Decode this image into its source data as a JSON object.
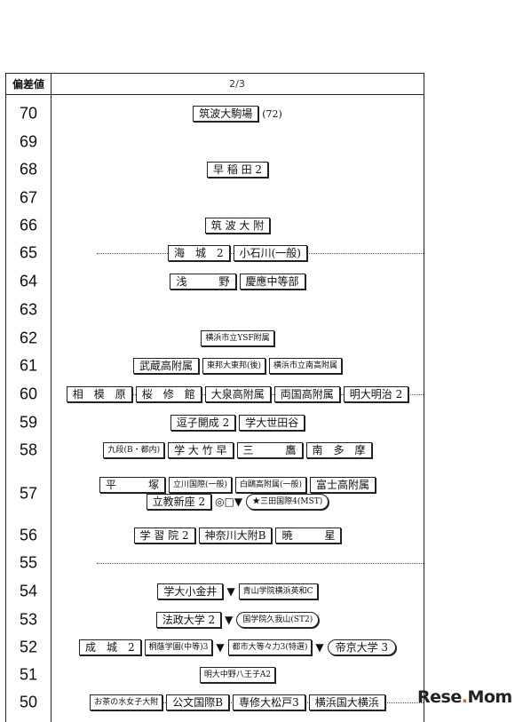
{
  "header": {
    "score_label": "偏差値",
    "page_label": "2/3"
  },
  "rows": [
    {
      "score": "70",
      "items": [
        {
          "t": "box",
          "text": "筑波大駒場"
        },
        {
          "t": "plain",
          "text": "(72)"
        }
      ]
    },
    {
      "score": "69",
      "items": []
    },
    {
      "score": "68",
      "items": [
        {
          "t": "box",
          "text": "早 稲 田 2"
        }
      ]
    },
    {
      "score": "67",
      "items": []
    },
    {
      "score": "66",
      "items": [
        {
          "t": "box",
          "text": "筑 波 大 附"
        }
      ]
    },
    {
      "score": "65",
      "items": [
        {
          "t": "box",
          "text": "海　城　2"
        },
        {
          "t": "box",
          "text": "小石川(一般)"
        }
      ]
    },
    {
      "score": "64",
      "items": [
        {
          "t": "box",
          "text": "浅　　　野"
        },
        {
          "t": "box",
          "text": "慶應中等部"
        }
      ]
    },
    {
      "score": "63",
      "items": []
    },
    {
      "score": "62",
      "items": [
        {
          "t": "boxsm",
          "text": "横浜市立YSF附属"
        }
      ]
    },
    {
      "score": "61",
      "items": [
        {
          "t": "box",
          "text": "武蔵高附属"
        },
        {
          "t": "boxsm",
          "text": "東邦大東邦(後)"
        },
        {
          "t": "boxsm",
          "text": "横浜市立南高附属"
        }
      ]
    },
    {
      "score": "60",
      "items": [
        {
          "t": "box",
          "text": "相　模　原"
        },
        {
          "t": "box",
          "text": "桜　修　館"
        },
        {
          "t": "box",
          "text": "大泉高附属"
        },
        {
          "t": "box",
          "text": "両国高附属"
        },
        {
          "t": "box",
          "text": "明大明治 2"
        }
      ]
    },
    {
      "score": "59",
      "items": [
        {
          "t": "box",
          "text": "逗子開成 2"
        },
        {
          "t": "box",
          "text": "学大世田谷"
        }
      ]
    },
    {
      "score": "58",
      "items": [
        {
          "t": "boxsm",
          "text": "九段(B・都内)"
        },
        {
          "t": "box",
          "text": "学 大 竹 早"
        },
        {
          "t": "box",
          "text": "三　　　鷹"
        },
        {
          "t": "box",
          "text": "南　多　摩"
        }
      ]
    },
    {
      "score": "57",
      "items": [
        {
          "t": "box",
          "text": "平　　　塚"
        },
        {
          "t": "boxsm",
          "text": "立川国際(一般)"
        },
        {
          "t": "boxsm",
          "text": "白鷗高附属(一般)"
        },
        {
          "t": "box",
          "text": "富士高附属"
        }
      ]
    },
    {
      "score": "57b",
      "items": [
        {
          "t": "box",
          "text": "立教新座 2"
        },
        {
          "t": "mark",
          "text": "◎□▼"
        },
        {
          "t": "ovalsm",
          "text": "★三田国際4(MST)"
        }
      ]
    },
    {
      "score": "56",
      "items": [
        {
          "t": "box",
          "text": "学 習 院 2"
        },
        {
          "t": "box",
          "text": "神奈川大附B"
        },
        {
          "t": "box",
          "text": "暁　　　星"
        }
      ]
    },
    {
      "score": "55",
      "items": []
    },
    {
      "score": "54",
      "items": [
        {
          "t": "box",
          "text": "学大小金井"
        },
        {
          "t": "mark",
          "text": "▼"
        },
        {
          "t": "boxsm",
          "text": "青山学院横浜英和C"
        }
      ]
    },
    {
      "score": "53",
      "items": [
        {
          "t": "box",
          "text": "法政大学 2"
        },
        {
          "t": "mark",
          "text": "▼"
        },
        {
          "t": "ovalsm",
          "text": "国学院久我山(ST2)"
        }
      ]
    },
    {
      "score": "52",
      "items": [
        {
          "t": "box",
          "text": "成　城　2"
        },
        {
          "t": "boxsm",
          "text": "桐蔭学園(中等)3"
        },
        {
          "t": "mark",
          "text": "▼"
        },
        {
          "t": "boxsm",
          "text": "都市大等々力3(特選)"
        },
        {
          "t": "mark",
          "text": "▼"
        },
        {
          "t": "oval",
          "text": "帝京大学 3"
        }
      ]
    },
    {
      "score": "51",
      "items": [
        {
          "t": "boxsm",
          "text": "明大中野八王子A2"
        }
      ]
    },
    {
      "score": "50",
      "items": [
        {
          "t": "boxsm",
          "text": "お茶の水女子大附"
        },
        {
          "t": "box",
          "text": "公文国際B"
        },
        {
          "t": "box",
          "text": "専修大松戸3"
        },
        {
          "t": "box",
          "text": "横浜国大横浜"
        }
      ]
    }
  ],
  "logo": {
    "text_a": "Rese",
    "text_b": "Mom",
    "dot": "."
  }
}
